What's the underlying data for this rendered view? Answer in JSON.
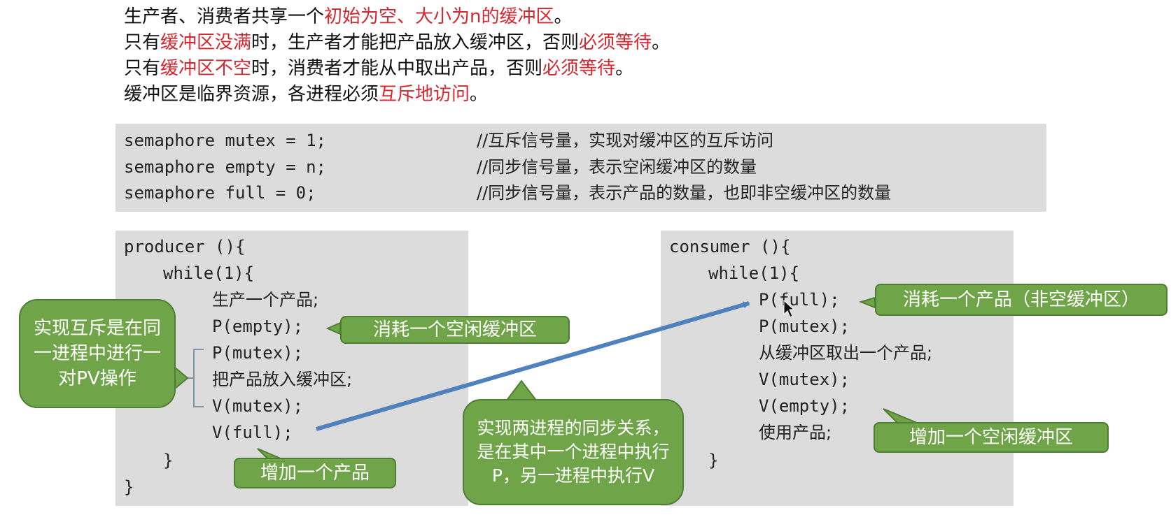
{
  "intro": {
    "line1": {
      "a": "生产者、消费者共享一个",
      "b": "初始为空、大小为n的缓冲区",
      "c": "。"
    },
    "line2": {
      "a": "只有",
      "b": "缓冲区没满",
      "c": "时，生产者才能把产品放入缓冲区，否则",
      "d": "必须等待",
      "e": "。"
    },
    "line3": {
      "a": "只有",
      "b": "缓冲区不空",
      "c": "时，消费者才能从中取出产品，否则",
      "d": "必须等待",
      "e": "。"
    },
    "line4": {
      "a": "缓冲区是临界资源，各进程必须",
      "b": "互斥地访问",
      "c": "。"
    }
  },
  "semaphores": [
    {
      "decl": "semaphore mutex = 1;",
      "comment": "//互斥信号量，实现对缓冲区的互斥访问"
    },
    {
      "decl": "semaphore empty = n;",
      "comment": "//同步信号量，表示空闲缓冲区的数量"
    },
    {
      "decl": "semaphore full = 0;",
      "comment": "//同步信号量，表示产品的数量，也即非空缓冲区的数量"
    }
  ],
  "producer": {
    "header": "producer (){",
    "while": "while(1){",
    "lines": [
      "生产一个产品;",
      "P(empty);",
      "P(mutex);",
      "把产品放入缓冲区;",
      "V(mutex);",
      "V(full);"
    ],
    "inner_close": "}",
    "outer_close": "}"
  },
  "consumer": {
    "header": "consumer (){",
    "while": "while(1){",
    "lines": [
      "P(full);",
      "P(mutex);",
      "从缓冲区取出一个产品;",
      "V(mutex);",
      "V(empty);",
      "使用产品;"
    ],
    "inner_close": "}"
  },
  "callouts": {
    "mutex_note": "实现互斥是在同一进程中进行一对PV操作",
    "consume_empty": "消耗一个空闲缓冲区",
    "add_product": "增加一个产品",
    "sync_note": "实现两进程的同步关系，是在其中一个进程中执行P，另一进程中执行V",
    "consume_product": "消耗一个产品（非空缓冲区）",
    "add_empty": "增加一个空闲缓冲区"
  },
  "colors": {
    "highlight": "#d6262f",
    "callout_fill": "#6fa548",
    "arrow": "#4f81bd",
    "code_bg": "#dcdcdc"
  }
}
